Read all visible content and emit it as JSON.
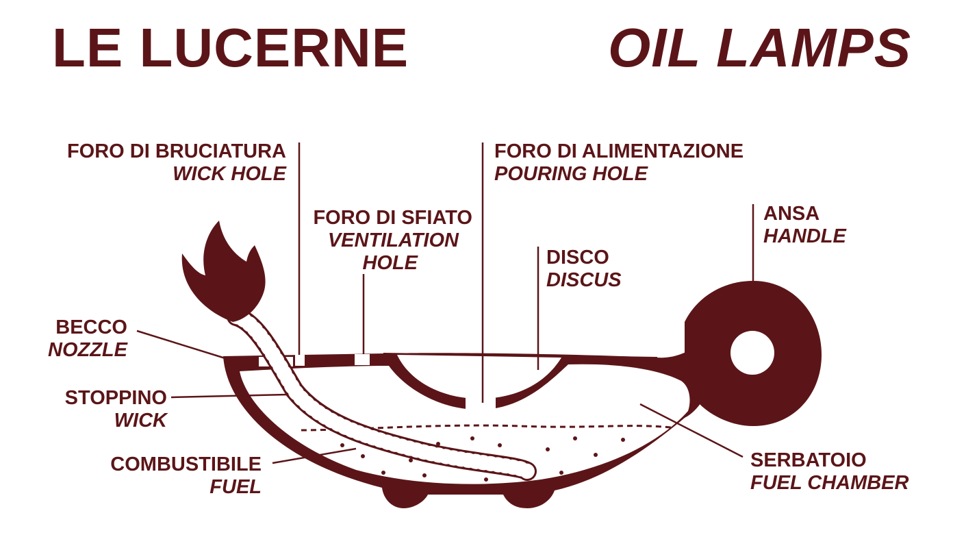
{
  "title_it": "LE LUCERNE",
  "title_en": "OIL LAMPS",
  "colors": {
    "primary": "#5b1518",
    "background": "#ffffff"
  },
  "labels": {
    "wick_hole": {
      "it": "FORO DI BRUCIATURA",
      "en": "WICK HOLE"
    },
    "pouring_hole": {
      "it": "FORO DI ALIMENTAZIONE",
      "en": "POURING HOLE"
    },
    "ventilation_hole": {
      "it": "FORO DI SFIATO",
      "en": "VENTILATION",
      "en2": "HOLE"
    },
    "handle": {
      "it": "ANSA",
      "en": "HANDLE"
    },
    "discus": {
      "it": "DISCO",
      "en": "DISCUS"
    },
    "nozzle": {
      "it": "BECCO",
      "en": "NOZZLE"
    },
    "wick": {
      "it": "STOPPINO",
      "en": "WICK"
    },
    "fuel": {
      "it": "COMBUSTIBILE",
      "en": "FUEL"
    },
    "fuel_chamber": {
      "it": "SERBATOIO",
      "en": "FUEL CHAMBER"
    }
  }
}
